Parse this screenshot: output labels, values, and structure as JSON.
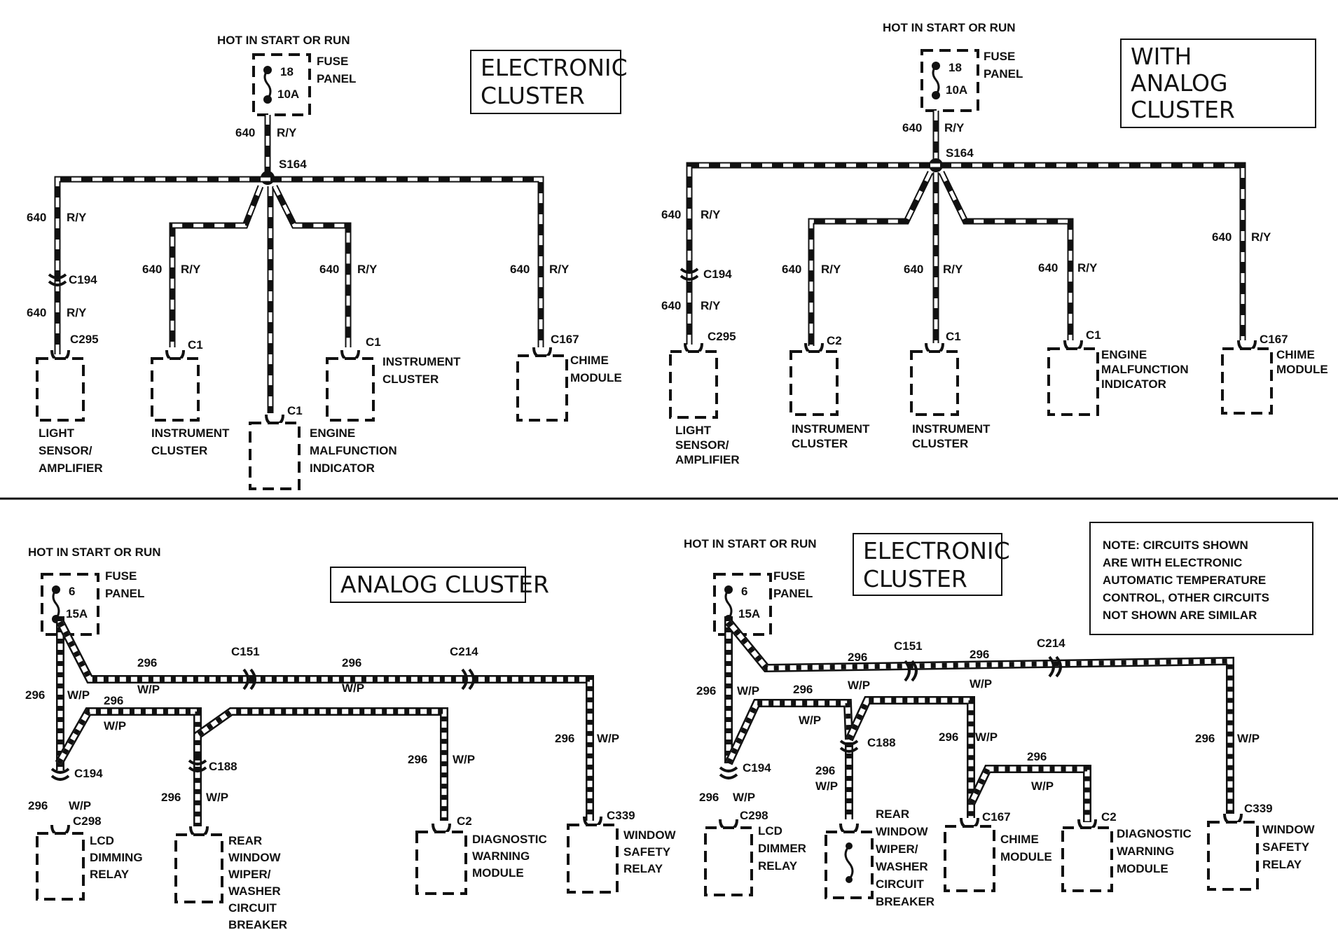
{
  "diagram": {
    "hot_label": "HOT IN START OR RUN",
    "fuse_panel_label": [
      "FUSE",
      "PANEL"
    ],
    "panels": [
      {
        "name": "electronic-cluster-top-left",
        "title": [
          "ELECTRONIC",
          "CLUSTER"
        ],
        "fuse": {
          "number": "18",
          "rating": "10A"
        },
        "circuit": "640",
        "color": "R/Y",
        "splice": "S164",
        "inline_connector": "C194",
        "components": [
          {
            "connector": "C295",
            "label": [
              "LIGHT",
              "SENSOR/",
              "AMPLIFIER"
            ]
          },
          {
            "connector": "C1",
            "label": [
              "INSTRUMENT",
              "CLUSTER"
            ]
          },
          {
            "connector": "C1",
            "label": [
              "ENGINE",
              "MALFUNCTION",
              "INDICATOR"
            ]
          },
          {
            "connector": "C1",
            "label": [
              "INSTRUMENT",
              "CLUSTER"
            ]
          },
          {
            "connector": "C167",
            "label": [
              "CHIME",
              "MODULE"
            ]
          }
        ]
      },
      {
        "name": "analog-cluster-top-right",
        "title": [
          "WITH",
          "ANALOG",
          "CLUSTER"
        ],
        "fuse": {
          "number": "18",
          "rating": "10A"
        },
        "circuit": "640",
        "color": "R/Y",
        "splice": "S164",
        "inline_connector": "C194",
        "components": [
          {
            "connector": "C295",
            "label": [
              "LIGHT",
              "SENSOR/",
              "AMPLIFIER"
            ]
          },
          {
            "connector": "C2",
            "label": [
              "INSTRUMENT",
              "CLUSTER"
            ]
          },
          {
            "connector": "C1",
            "label": [
              "INSTRUMENT",
              "CLUSTER"
            ]
          },
          {
            "connector": "C1",
            "label": [
              "ENGINE",
              "MALFUNCTION",
              "INDICATOR"
            ]
          },
          {
            "connector": "C167",
            "label": [
              "CHIME",
              "MODULE"
            ]
          }
        ]
      },
      {
        "name": "analog-cluster-bottom-left",
        "title": [
          "ANALOG CLUSTER"
        ],
        "fuse": {
          "number": "6",
          "rating": "15A"
        },
        "circuit": "296",
        "color": "W/P",
        "inline_connectors": [
          "C151",
          "C214",
          "C194",
          "C188"
        ],
        "components": [
          {
            "connector": "C298",
            "label": [
              "LCD",
              "DIMMING",
              "RELAY"
            ]
          },
          {
            "connector": "",
            "label": [
              "REAR",
              "WINDOW",
              "WIPER/",
              "WASHER",
              "CIRCUIT",
              "BREAKER"
            ]
          },
          {
            "connector": "C2",
            "label": [
              "DIAGNOSTIC",
              "WARNING",
              "MODULE"
            ]
          },
          {
            "connector": "C339",
            "label": [
              "WINDOW",
              "SAFETY",
              "RELAY"
            ]
          }
        ]
      },
      {
        "name": "electronic-cluster-bottom-right",
        "title": [
          "ELECTRONIC",
          "CLUSTER"
        ],
        "fuse": {
          "number": "6",
          "rating": "15A"
        },
        "circuit": "296",
        "color": "W/P",
        "inline_connectors": [
          "C151",
          "C214",
          "C194",
          "C188"
        ],
        "components": [
          {
            "connector": "C298",
            "label": [
              "LCD",
              "DIMMER",
              "RELAY"
            ]
          },
          {
            "connector": "",
            "label": [
              "REAR",
              "WINDOW",
              "WIPER/",
              "WASHER",
              "CIRCUIT",
              "BREAKER"
            ]
          },
          {
            "connector": "C167",
            "label": [
              "CHIME",
              "MODULE"
            ]
          },
          {
            "connector": "C2",
            "label": [
              "DIAGNOSTIC",
              "WARNING",
              "MODULE"
            ]
          },
          {
            "connector": "C339",
            "label": [
              "WINDOW",
              "SAFETY",
              "RELAY"
            ]
          }
        ]
      }
    ],
    "note": [
      "NOTE:  CIRCUITS SHOWN",
      "ARE WITH ELECTRONIC",
      "AUTOMATIC TEMPERATURE",
      "CONTROL, OTHER CIRCUITS",
      "NOT SHOWN ARE SIMILAR"
    ]
  }
}
